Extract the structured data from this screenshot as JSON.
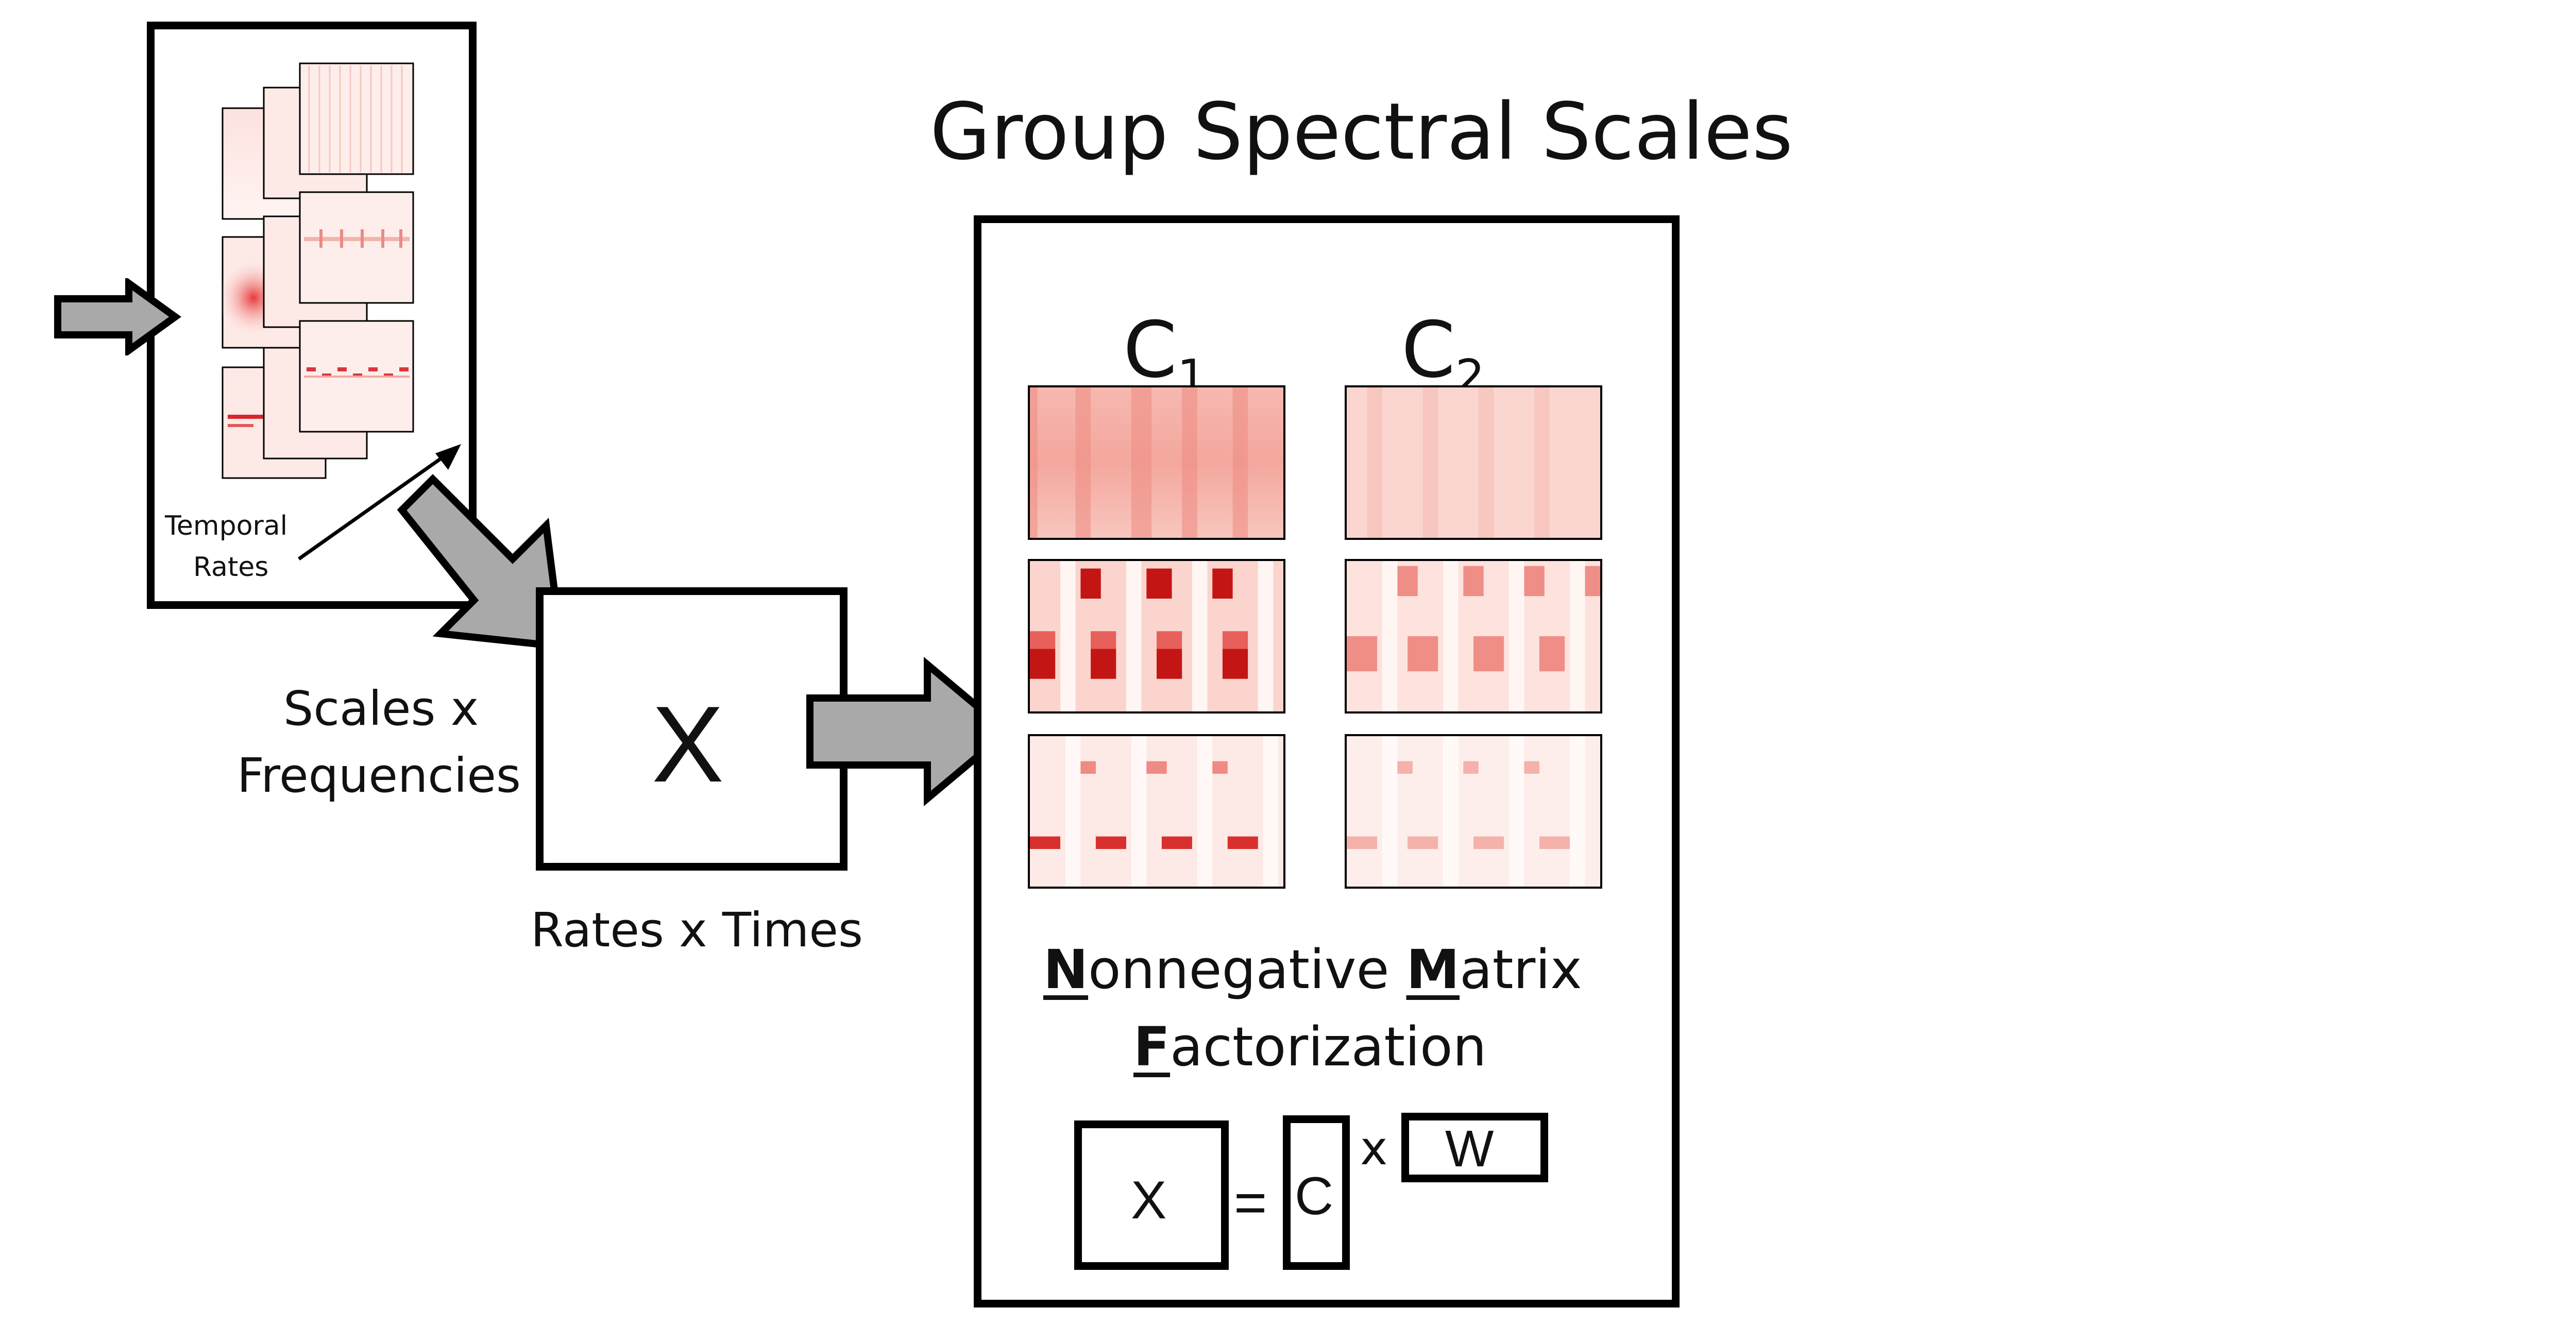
{
  "title": "Group Spectral Scales",
  "input_panel": {
    "label_line1": "Temporal",
    "label_line2": "Rates"
  },
  "matrix_x": {
    "symbol": "X",
    "left_label_line1": "Scales x",
    "left_label_line2": "Frequencies",
    "bottom_label": "Rates x Times"
  },
  "components": {
    "c1_letter": "C",
    "c1_subscript": "1",
    "c2_letter": "C",
    "c2_subscript": "2"
  },
  "nmf": {
    "n_letter": "N",
    "line1_rest_a": "onnegative ",
    "m_letter": "M",
    "line1_rest_b": "atrix",
    "f_letter": "F",
    "line2_rest": "actorization"
  },
  "equation": {
    "x": "X",
    "equals": "=",
    "c": "C",
    "times": "x",
    "w": "W"
  },
  "colors": {
    "arrow_fill": "#a9a9a9",
    "heatmap_base": "#fde6e2",
    "heatmap_strong": "#c81010"
  }
}
